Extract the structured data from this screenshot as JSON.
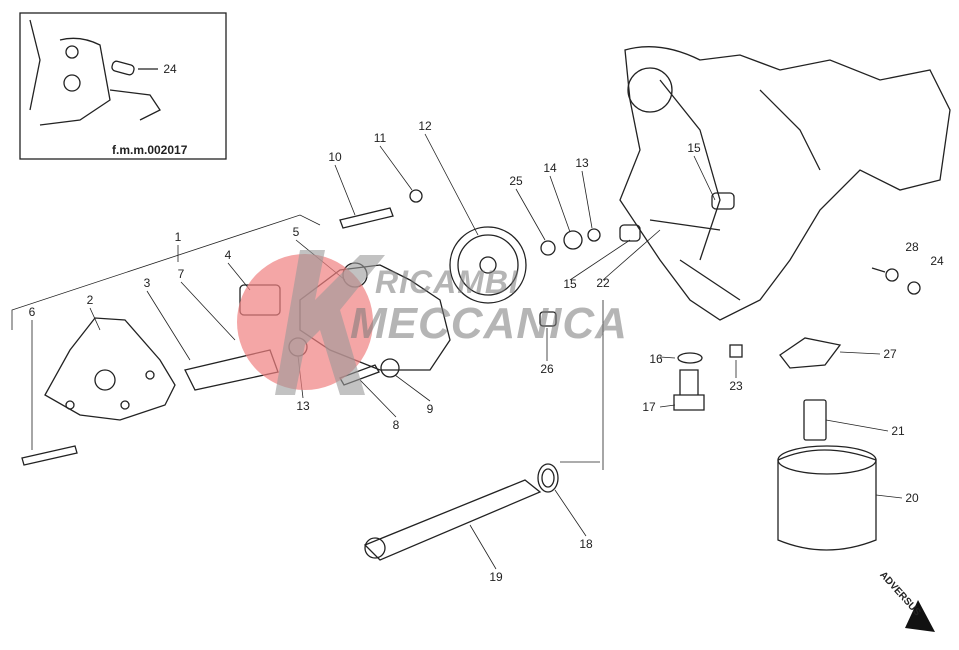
{
  "inset": {
    "part_label": "24",
    "reference": "f.m.m.002017"
  },
  "part_labels": [
    "10",
    "11",
    "12",
    "25",
    "14",
    "13",
    "15",
    "1",
    "5",
    "4",
    "7",
    "3",
    "2",
    "6",
    "28",
    "24",
    "15",
    "22",
    "26",
    "16",
    "23",
    "27",
    "17",
    "13",
    "8",
    "9",
    "21",
    "20",
    "18",
    "19"
  ],
  "watermark": {
    "line1": "RICAMBI",
    "line2": "MECCANICA",
    "logo_color": "#f08080"
  },
  "direction_arrow": {
    "text": "ADVERSUS"
  }
}
